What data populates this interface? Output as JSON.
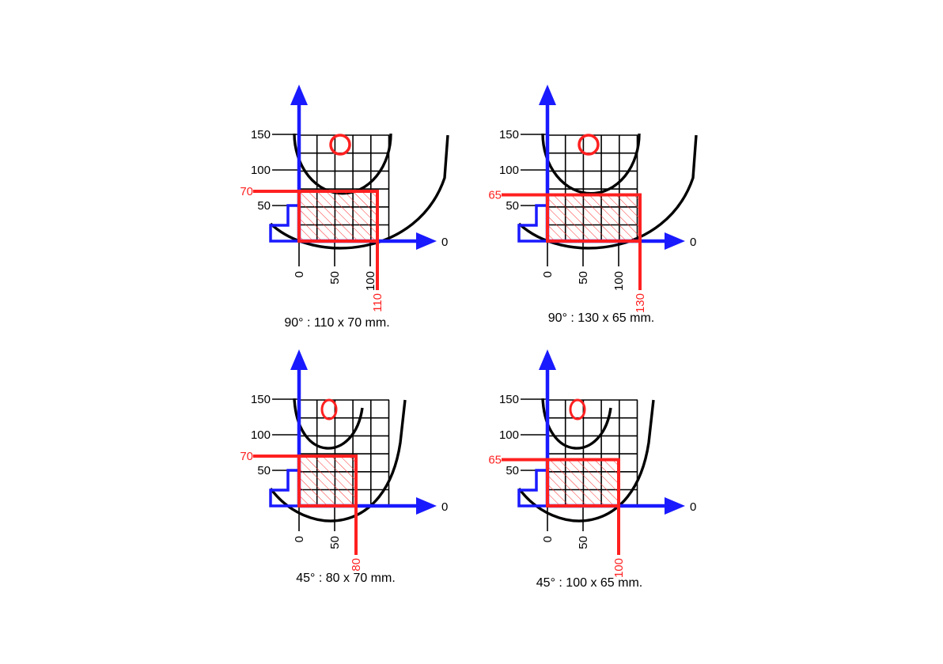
{
  "colors": {
    "axis": "#1a1aff",
    "cut": "#ff2020",
    "line": "#000000",
    "hatch": "#ff3030"
  },
  "diagrams": [
    {
      "caption": "90° : 110 x 70 mm.",
      "y_ticks": [
        "150",
        "100",
        "50"
      ],
      "x_ticks": [
        "0",
        "50",
        "100"
      ],
      "origin_label": "0",
      "width_label": "110",
      "height_label": "70",
      "width_mm": 110,
      "height_mm": 70
    },
    {
      "caption": "90° : 130 x 65 mm.",
      "y_ticks": [
        "150",
        "100",
        "50"
      ],
      "x_ticks": [
        "0",
        "50",
        "100"
      ],
      "origin_label": "0",
      "width_label": "130",
      "height_label": "65",
      "width_mm": 130,
      "height_mm": 65
    },
    {
      "caption": "45° : 80 x 70 mm.",
      "y_ticks": [
        "150",
        "100",
        "50"
      ],
      "x_ticks": [
        "0",
        "50"
      ],
      "origin_label": "0",
      "width_label": "80",
      "height_label": "70",
      "width_mm": 80,
      "height_mm": 70
    },
    {
      "caption": "45° : 100 x 65 mm.",
      "y_ticks": [
        "150",
        "100",
        "50"
      ],
      "x_ticks": [
        "0",
        "50"
      ],
      "origin_label": "0",
      "width_label": "100",
      "height_label": "65",
      "width_mm": 100,
      "height_mm": 65
    }
  ]
}
